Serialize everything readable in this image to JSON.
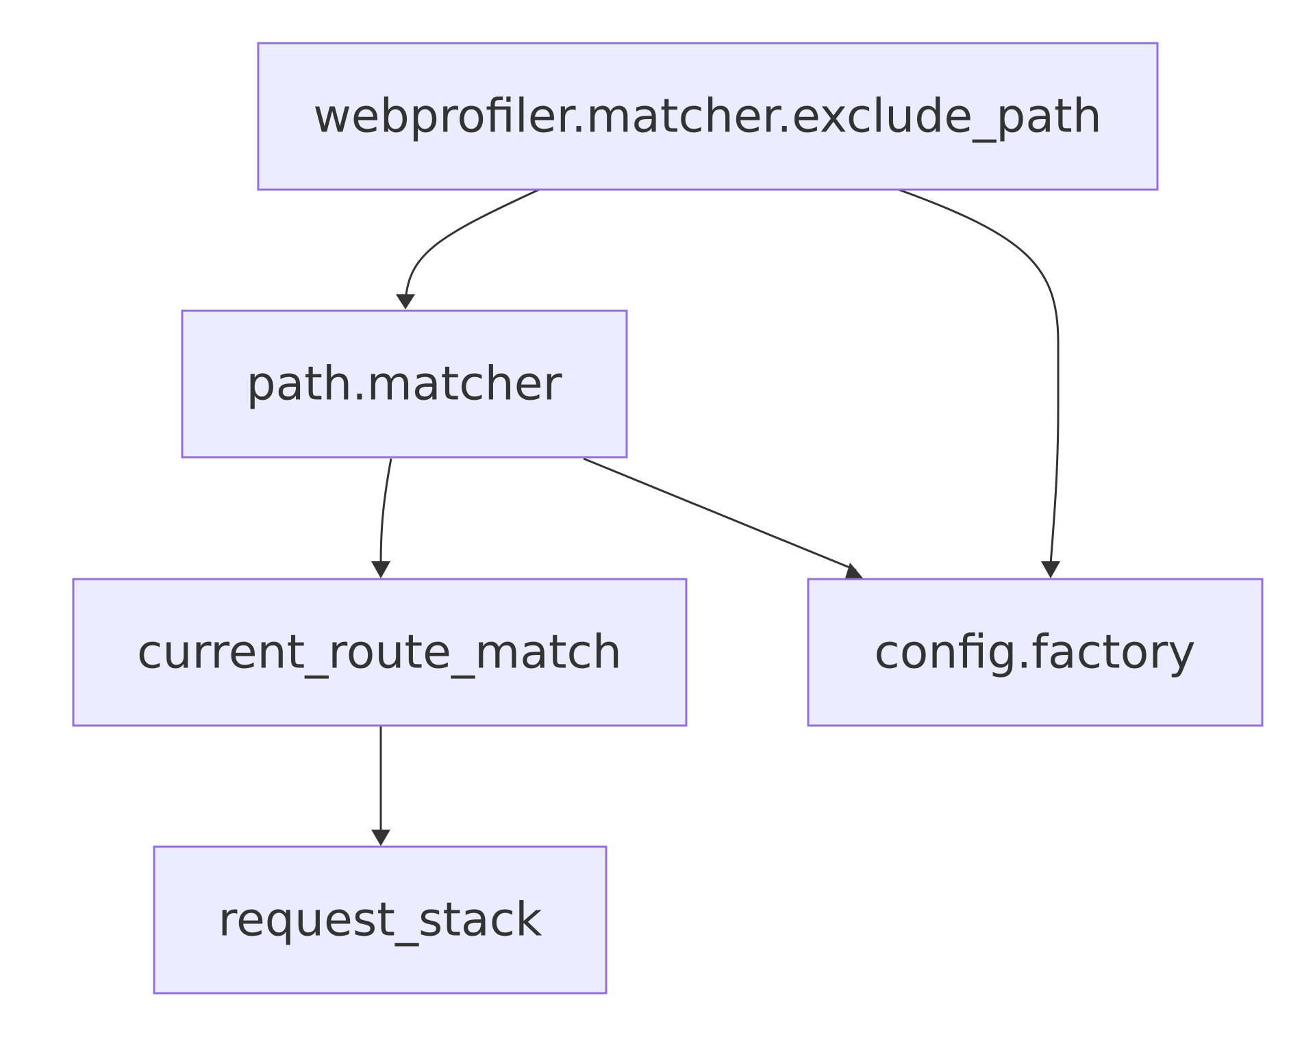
{
  "diagram": {
    "type": "flowchart",
    "direction": "top-down",
    "node_fill": "#ececff",
    "node_border": "#9370db",
    "edge_color": "#333333",
    "nodes": {
      "exclude_path": "webprofiler.matcher.exclude_path",
      "path_matcher": "path.matcher",
      "current_route_match": "current_route_match",
      "config_factory": "config.factory",
      "request_stack": "request_stack"
    },
    "edges": [
      {
        "from": "webprofiler.matcher.exclude_path",
        "to": "path.matcher"
      },
      {
        "from": "webprofiler.matcher.exclude_path",
        "to": "config.factory"
      },
      {
        "from": "path.matcher",
        "to": "current_route_match"
      },
      {
        "from": "path.matcher",
        "to": "config.factory"
      },
      {
        "from": "current_route_match",
        "to": "request_stack"
      }
    ]
  }
}
